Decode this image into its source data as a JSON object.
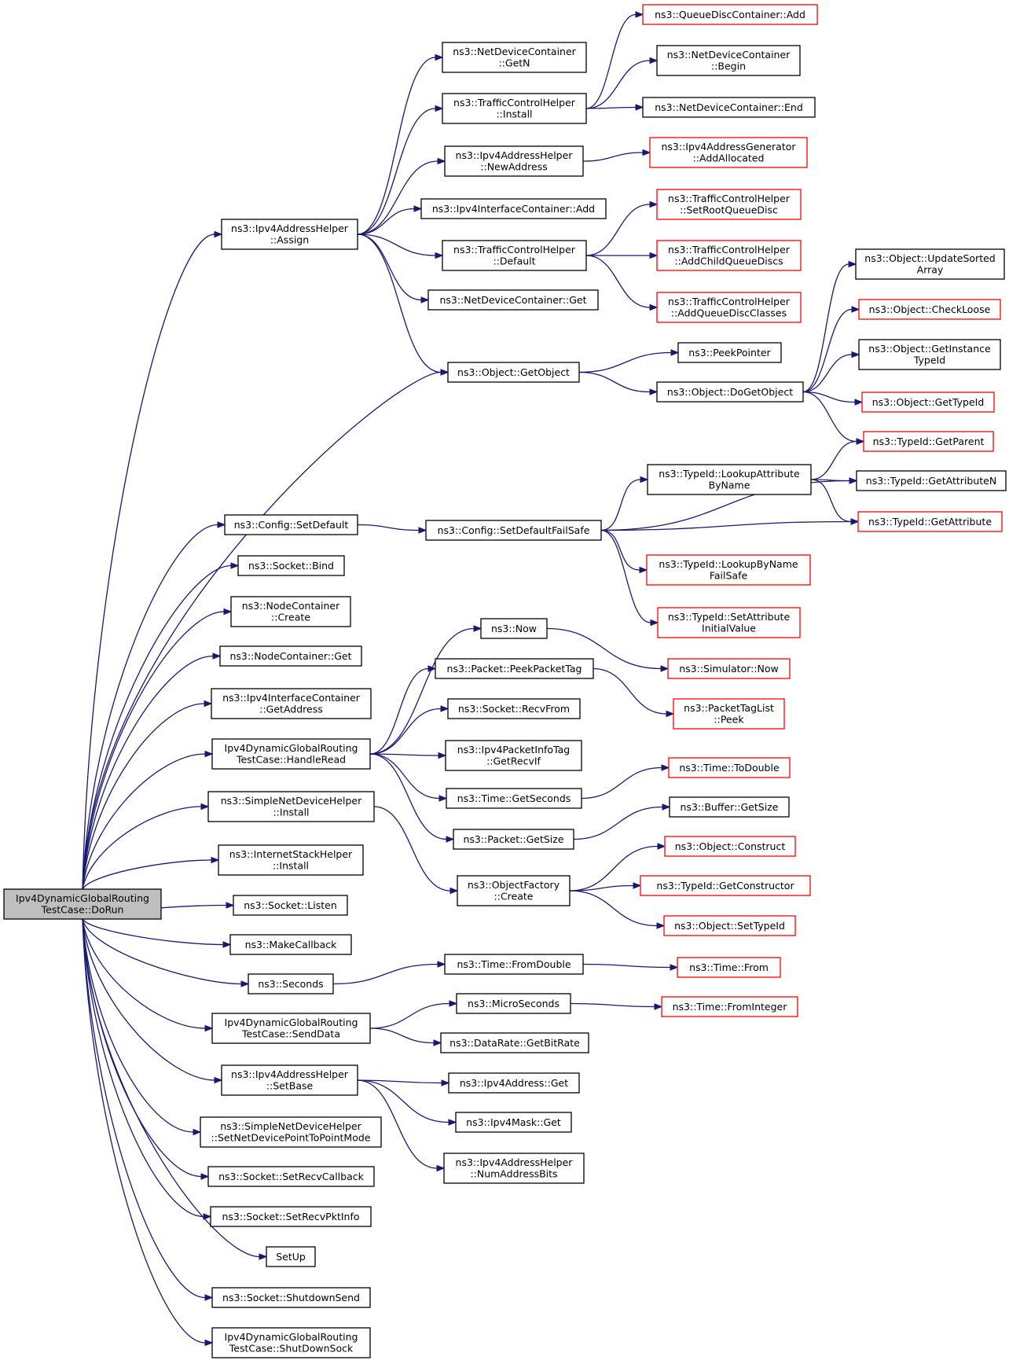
{
  "colors": {
    "edge": "#191970",
    "normal_border": "#000000",
    "truncated_border": "#ff0000",
    "root_fill": "#bfbfbf",
    "node_fill": "#ffffff"
  },
  "nodes": [
    {
      "id": "root",
      "lines": [
        "Ipv4DynamicGlobalRouting",
        "TestCase::DoRun"
      ],
      "style": "root"
    },
    {
      "id": "assign",
      "lines": [
        "ns3::Ipv4AddressHelper",
        "::Assign"
      ],
      "style": "normal"
    },
    {
      "id": "getn",
      "lines": [
        "ns3::NetDeviceContainer",
        "::GetN"
      ],
      "style": "normal"
    },
    {
      "id": "tch_install",
      "lines": [
        "ns3::TrafficControlHelper",
        "::Install"
      ],
      "style": "normal"
    },
    {
      "id": "qdc_add",
      "lines": [
        "ns3::QueueDiscContainer::Add"
      ],
      "style": "truncated"
    },
    {
      "id": "ndc_begin",
      "lines": [
        "ns3::NetDeviceContainer",
        "::Begin"
      ],
      "style": "normal"
    },
    {
      "id": "ndc_end",
      "lines": [
        "ns3::NetDeviceContainer::End"
      ],
      "style": "normal"
    },
    {
      "id": "newaddress",
      "lines": [
        "ns3::Ipv4AddressHelper",
        "::NewAddress"
      ],
      "style": "normal"
    },
    {
      "id": "addallocated",
      "lines": [
        "ns3::Ipv4AddressGenerator",
        "::AddAllocated"
      ],
      "style": "truncated"
    },
    {
      "id": "iic_add",
      "lines": [
        "ns3::Ipv4InterfaceContainer::Add"
      ],
      "style": "normal"
    },
    {
      "id": "tch_default",
      "lines": [
        "ns3::TrafficControlHelper",
        "::Default"
      ],
      "style": "normal"
    },
    {
      "id": "setrootqd",
      "lines": [
        "ns3::TrafficControlHelper",
        "::SetRootQueueDisc"
      ],
      "style": "truncated"
    },
    {
      "id": "addchildqd",
      "lines": [
        "ns3::TrafficControlHelper",
        "::AddChildQueueDiscs"
      ],
      "style": "truncated"
    },
    {
      "id": "addqdclasses",
      "lines": [
        "ns3::TrafficControlHelper",
        "::AddQueueDiscClasses"
      ],
      "style": "truncated"
    },
    {
      "id": "ndc_get",
      "lines": [
        "ns3::NetDeviceContainer::Get"
      ],
      "style": "normal"
    },
    {
      "id": "getobject",
      "lines": [
        "ns3::Object::GetObject"
      ],
      "style": "normal"
    },
    {
      "id": "peekpointer",
      "lines": [
        "ns3::PeekPointer"
      ],
      "style": "normal"
    },
    {
      "id": "dogetobject",
      "lines": [
        "ns3::Object::DoGetObject"
      ],
      "style": "normal"
    },
    {
      "id": "updatesorted",
      "lines": [
        "ns3::Object::UpdateSorted",
        "Array"
      ],
      "style": "normal"
    },
    {
      "id": "checkloose",
      "lines": [
        "ns3::Object::CheckLoose"
      ],
      "style": "truncated"
    },
    {
      "id": "getinstance",
      "lines": [
        "ns3::Object::GetInstance",
        "TypeId"
      ],
      "style": "normal"
    },
    {
      "id": "gettypeid",
      "lines": [
        "ns3::Object::GetTypeId"
      ],
      "style": "truncated"
    },
    {
      "id": "getparent",
      "lines": [
        "ns3::TypeId::GetParent"
      ],
      "style": "truncated"
    },
    {
      "id": "config_setdefault",
      "lines": [
        "ns3::Config::SetDefault"
      ],
      "style": "normal"
    },
    {
      "id": "setdefaultfailsafe",
      "lines": [
        "ns3::Config::SetDefaultFailSafe"
      ],
      "style": "normal"
    },
    {
      "id": "lookupattr",
      "lines": [
        "ns3::TypeId::LookupAttribute",
        "ByName"
      ],
      "style": "normal"
    },
    {
      "id": "getattributen",
      "lines": [
        "ns3::TypeId::GetAttributeN"
      ],
      "style": "normal"
    },
    {
      "id": "getattribute",
      "lines": [
        "ns3::TypeId::GetAttribute"
      ],
      "style": "truncated"
    },
    {
      "id": "lookupbyname",
      "lines": [
        "ns3::TypeId::LookupByName",
        "FailSafe"
      ],
      "style": "truncated"
    },
    {
      "id": "setattrinit",
      "lines": [
        "ns3::TypeId::SetAttribute",
        "InitialValue"
      ],
      "style": "truncated"
    },
    {
      "id": "socket_bind",
      "lines": [
        "ns3::Socket::Bind"
      ],
      "style": "normal"
    },
    {
      "id": "nc_create",
      "lines": [
        "ns3::NodeContainer",
        "::Create"
      ],
      "style": "normal"
    },
    {
      "id": "nc_get",
      "lines": [
        "ns3::NodeContainer::Get"
      ],
      "style": "normal"
    },
    {
      "id": "iic_getaddress",
      "lines": [
        "ns3::Ipv4InterfaceContainer",
        "::GetAddress"
      ],
      "style": "normal"
    },
    {
      "id": "now",
      "lines": [
        "ns3::Now"
      ],
      "style": "normal"
    },
    {
      "id": "sim_now",
      "lines": [
        "ns3::Simulator::Now"
      ],
      "style": "truncated"
    },
    {
      "id": "peekpackettag",
      "lines": [
        "ns3::Packet::PeekPacketTag"
      ],
      "style": "normal"
    },
    {
      "id": "ptl_peek",
      "lines": [
        "ns3::PacketTagList",
        "::Peek"
      ],
      "style": "truncated"
    },
    {
      "id": "recvfrom",
      "lines": [
        "ns3::Socket::RecvFrom"
      ],
      "style": "normal"
    },
    {
      "id": "handleread",
      "lines": [
        "Ipv4DynamicGlobalRouting",
        "TestCase::HandleRead"
      ],
      "style": "normal"
    },
    {
      "id": "getrecvif",
      "lines": [
        "ns3::Ipv4PacketInfoTag",
        "::GetRecvIf"
      ],
      "style": "normal"
    },
    {
      "id": "todouble",
      "lines": [
        "ns3::Time::ToDouble"
      ],
      "style": "truncated"
    },
    {
      "id": "getseconds",
      "lines": [
        "ns3::Time::GetSeconds"
      ],
      "style": "normal"
    },
    {
      "id": "sndh_install",
      "lines": [
        "ns3::SimpleNetDeviceHelper",
        "::Install"
      ],
      "style": "normal"
    },
    {
      "id": "buf_getsize",
      "lines": [
        "ns3::Buffer::GetSize"
      ],
      "style": "normal"
    },
    {
      "id": "pkt_getsize",
      "lines": [
        "ns3::Packet::GetSize"
      ],
      "style": "normal"
    },
    {
      "id": "ish_install",
      "lines": [
        "ns3::InternetStackHelper",
        "::Install"
      ],
      "style": "normal"
    },
    {
      "id": "obj_construct",
      "lines": [
        "ns3::Object::Construct"
      ],
      "style": "truncated"
    },
    {
      "id": "of_create",
      "lines": [
        "ns3::ObjectFactory",
        "::Create"
      ],
      "style": "normal"
    },
    {
      "id": "getconstructor",
      "lines": [
        "ns3::TypeId::GetConstructor"
      ],
      "style": "truncated"
    },
    {
      "id": "listen",
      "lines": [
        "ns3::Socket::Listen"
      ],
      "style": "normal"
    },
    {
      "id": "settypeid",
      "lines": [
        "ns3::Object::SetTypeId"
      ],
      "style": "truncated"
    },
    {
      "id": "makecallback",
      "lines": [
        "ns3::MakeCallback"
      ],
      "style": "normal"
    },
    {
      "id": "fromdouble",
      "lines": [
        "ns3::Time::FromDouble"
      ],
      "style": "normal"
    },
    {
      "id": "time_from",
      "lines": [
        "ns3::Time::From"
      ],
      "style": "truncated"
    },
    {
      "id": "seconds",
      "lines": [
        "ns3::Seconds"
      ],
      "style": "normal"
    },
    {
      "id": "microseconds",
      "lines": [
        "ns3::MicroSeconds"
      ],
      "style": "normal"
    },
    {
      "id": "frominteger",
      "lines": [
        "ns3::Time::FromInteger"
      ],
      "style": "truncated"
    },
    {
      "id": "senddata",
      "lines": [
        "Ipv4DynamicGlobalRouting",
        "TestCase::SendData"
      ],
      "style": "normal"
    },
    {
      "id": "getbitrate",
      "lines": [
        "ns3::DataRate::GetBitRate"
      ],
      "style": "normal"
    },
    {
      "id": "setbase",
      "lines": [
        "ns3::Ipv4AddressHelper",
        "::SetBase"
      ],
      "style": "normal"
    },
    {
      "id": "ipv4addr_get",
      "lines": [
        "ns3::Ipv4Address::Get"
      ],
      "style": "normal"
    },
    {
      "id": "ipv4mask_get",
      "lines": [
        "ns3::Ipv4Mask::Get"
      ],
      "style": "normal"
    },
    {
      "id": "setp2p",
      "lines": [
        "ns3::SimpleNetDeviceHelper",
        "::SetNetDevicePointToPointMode"
      ],
      "style": "normal"
    },
    {
      "id": "numaddressbits",
      "lines": [
        "ns3::Ipv4AddressHelper",
        "::NumAddressBits"
      ],
      "style": "normal"
    },
    {
      "id": "setrecvcallback",
      "lines": [
        "ns3::Socket::SetRecvCallback"
      ],
      "style": "normal"
    },
    {
      "id": "setrecvpktinfo",
      "lines": [
        "ns3::Socket::SetRecvPktInfo"
      ],
      "style": "normal"
    },
    {
      "id": "setup",
      "lines": [
        "SetUp"
      ],
      "style": "normal"
    },
    {
      "id": "shutdownsend",
      "lines": [
        "ns3::Socket::ShutdownSend"
      ],
      "style": "normal"
    },
    {
      "id": "shutdownsock",
      "lines": [
        "Ipv4DynamicGlobalRouting",
        "TestCase::ShutDownSock"
      ],
      "style": "normal"
    }
  ],
  "edges": [
    [
      "root",
      "assign"
    ],
    [
      "root",
      "getobject"
    ],
    [
      "root",
      "config_setdefault"
    ],
    [
      "root",
      "socket_bind"
    ],
    [
      "root",
      "nc_create"
    ],
    [
      "root",
      "nc_get"
    ],
    [
      "root",
      "iic_getaddress"
    ],
    [
      "root",
      "handleread"
    ],
    [
      "root",
      "sndh_install"
    ],
    [
      "root",
      "ish_install"
    ],
    [
      "root",
      "listen"
    ],
    [
      "root",
      "makecallback"
    ],
    [
      "root",
      "seconds"
    ],
    [
      "root",
      "senddata"
    ],
    [
      "root",
      "setbase"
    ],
    [
      "root",
      "setp2p"
    ],
    [
      "root",
      "setrecvcallback"
    ],
    [
      "root",
      "setrecvpktinfo"
    ],
    [
      "root",
      "setup"
    ],
    [
      "root",
      "shutdownsend"
    ],
    [
      "root",
      "shutdownsock"
    ],
    [
      "assign",
      "getn"
    ],
    [
      "assign",
      "tch_install"
    ],
    [
      "assign",
      "newaddress"
    ],
    [
      "assign",
      "iic_add"
    ],
    [
      "assign",
      "tch_default"
    ],
    [
      "assign",
      "ndc_get"
    ],
    [
      "assign",
      "getobject"
    ],
    [
      "tch_install",
      "qdc_add"
    ],
    [
      "tch_install",
      "ndc_begin"
    ],
    [
      "tch_install",
      "ndc_end"
    ],
    [
      "newaddress",
      "addallocated"
    ],
    [
      "tch_default",
      "setrootqd"
    ],
    [
      "tch_default",
      "addchildqd"
    ],
    [
      "tch_default",
      "addqdclasses"
    ],
    [
      "getobject",
      "peekpointer"
    ],
    [
      "getobject",
      "dogetobject"
    ],
    [
      "dogetobject",
      "updatesorted"
    ],
    [
      "dogetobject",
      "checkloose"
    ],
    [
      "dogetobject",
      "getinstance"
    ],
    [
      "dogetobject",
      "gettypeid"
    ],
    [
      "dogetobject",
      "getparent"
    ],
    [
      "config_setdefault",
      "setdefaultfailsafe"
    ],
    [
      "setdefaultfailsafe",
      "getattributen"
    ],
    [
      "setdefaultfailsafe",
      "lookupattr"
    ],
    [
      "setdefaultfailsafe",
      "getattribute"
    ],
    [
      "setdefaultfailsafe",
      "lookupbyname"
    ],
    [
      "setdefaultfailsafe",
      "setattrinit"
    ],
    [
      "lookupattr",
      "getparent"
    ],
    [
      "lookupattr",
      "getattributen"
    ],
    [
      "lookupattr",
      "getattribute"
    ],
    [
      "handleread",
      "now"
    ],
    [
      "handleread",
      "peekpackettag"
    ],
    [
      "handleread",
      "recvfrom"
    ],
    [
      "handleread",
      "getrecvif"
    ],
    [
      "handleread",
      "getseconds"
    ],
    [
      "handleread",
      "pkt_getsize"
    ],
    [
      "now",
      "sim_now"
    ],
    [
      "peekpackettag",
      "ptl_peek"
    ],
    [
      "getseconds",
      "todouble"
    ],
    [
      "pkt_getsize",
      "buf_getsize"
    ],
    [
      "sndh_install",
      "of_create"
    ],
    [
      "of_create",
      "obj_construct"
    ],
    [
      "of_create",
      "getconstructor"
    ],
    [
      "of_create",
      "settypeid"
    ],
    [
      "seconds",
      "fromdouble"
    ],
    [
      "fromdouble",
      "time_from"
    ],
    [
      "senddata",
      "microseconds"
    ],
    [
      "senddata",
      "getbitrate"
    ],
    [
      "microseconds",
      "frominteger"
    ],
    [
      "setbase",
      "ipv4addr_get"
    ],
    [
      "setbase",
      "ipv4mask_get"
    ],
    [
      "setbase",
      "numaddressbits"
    ]
  ]
}
